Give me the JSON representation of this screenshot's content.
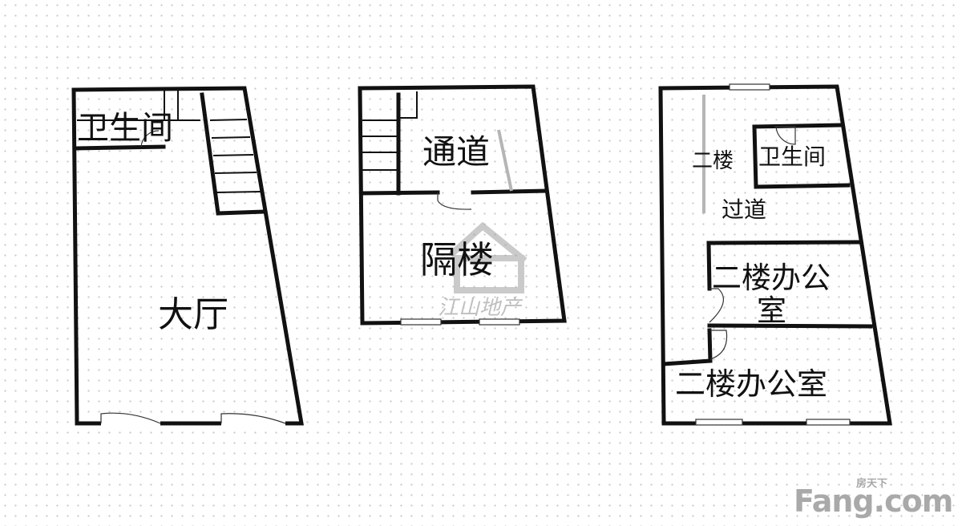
{
  "plan_left": {
    "bathroom_label": "卫生间",
    "hall_label": "大厅"
  },
  "plan_middle": {
    "corridor_label": "通道",
    "mezzanine_label": "隔楼",
    "watermark_text": "江山地产"
  },
  "plan_right": {
    "floor2_label": "二楼",
    "bathroom_label": "卫生间",
    "passage_label": "过道",
    "office_upper_label_line1": "二楼办公",
    "office_upper_label_line2": "室",
    "office_lower_label": "二楼办公室"
  },
  "logo": {
    "subtitle": "房天下",
    "brand": "Fang.com"
  }
}
